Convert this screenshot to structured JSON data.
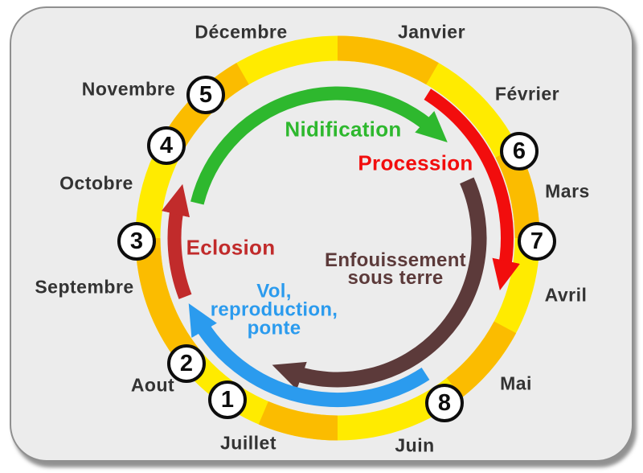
{
  "diagram": {
    "type": "annual-life-cycle-diagram",
    "months": [
      {
        "label": "Janvier"
      },
      {
        "label": "Février"
      },
      {
        "label": "Mars"
      },
      {
        "label": "Avril"
      },
      {
        "label": "Mai"
      },
      {
        "label": "Juin"
      },
      {
        "label": "Juillet"
      },
      {
        "label": "Aout"
      },
      {
        "label": "Septembre"
      },
      {
        "label": "Octobre"
      },
      {
        "label": "Novembre"
      },
      {
        "label": "Décembre"
      }
    ],
    "steps": [
      {
        "label": "1"
      },
      {
        "label": "2"
      },
      {
        "label": "3"
      },
      {
        "label": "4"
      },
      {
        "label": "5"
      },
      {
        "label": "6"
      },
      {
        "label": "7"
      },
      {
        "label": "8"
      }
    ],
    "phases": [
      {
        "name": "nidification",
        "label": "Nidification"
      },
      {
        "name": "procession",
        "label": "Procession"
      },
      {
        "name": "enfouissement-sous-terre",
        "label": "Enfouissement\nsous terre"
      },
      {
        "name": "vol-reproduction-ponte",
        "label": "Vol,\nreproduction,\nponte"
      },
      {
        "name": "eclosion",
        "label": "Eclosion"
      }
    ],
    "colors": {
      "ring-yellow": "#ffeb00",
      "ring-orange": "#fbbc00",
      "green": "#2eb82e",
      "red": "#f20d0d",
      "brown": "#5c3a3a",
      "blue": "#2b9bee",
      "darkred": "#c12b2b",
      "month-text": "#333333",
      "card-bg": "#ececec"
    }
  }
}
